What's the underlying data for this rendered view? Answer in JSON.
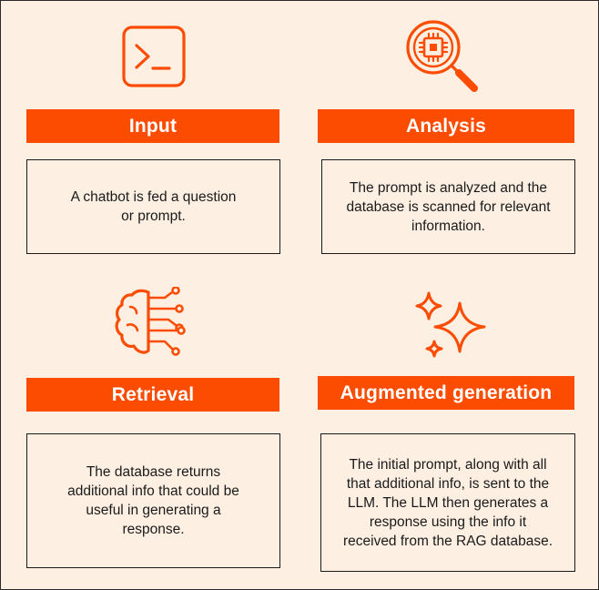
{
  "colors": {
    "accent": "#fc4c02",
    "background": "#fdf0e3",
    "text": "#1a1a1a"
  },
  "steps": [
    {
      "icon": "terminal-icon",
      "title": "Input",
      "description": "A chatbot is fed a question or prompt."
    },
    {
      "icon": "chip-magnifier-icon",
      "title": "Analysis",
      "description": "The prompt is analyzed and the database is scanned for relevant information."
    },
    {
      "icon": "brain-circuit-icon",
      "title": "Retrieval",
      "description": "The database returns additional info that could be useful in generating a response."
    },
    {
      "icon": "sparkles-icon",
      "title": "Augmented generation",
      "description": "The initial prompt, along with all that additional info, is sent to the LLM. The LLM then generates a response using the info it received from the RAG database."
    }
  ]
}
